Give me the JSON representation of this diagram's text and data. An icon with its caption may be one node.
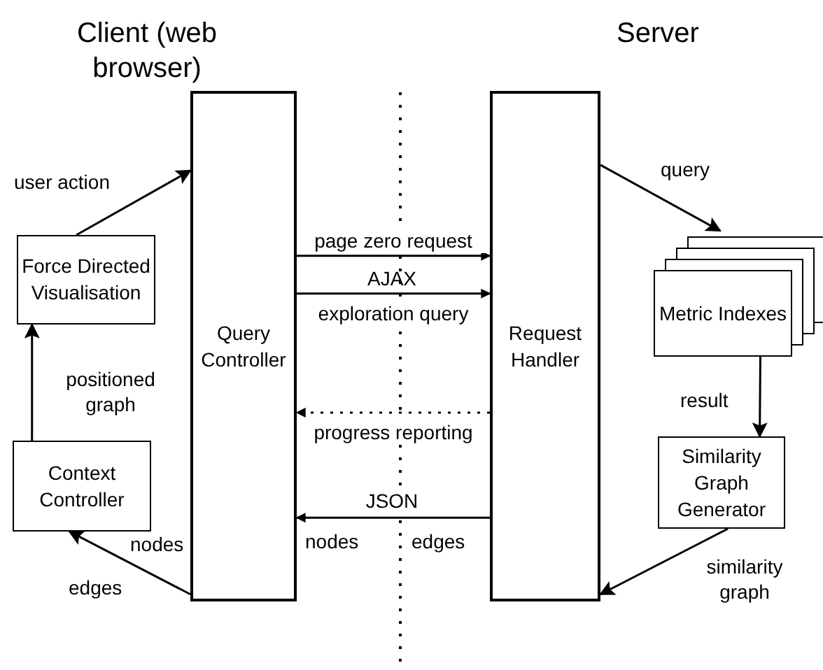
{
  "diagram": {
    "nodes": [
      {
        "text": [
          "Force Directed Visualisation"
        ]
      },
      {
        "text": [
          "Context Controller"
        ]
      },
      {
        "text": [
          "Query Controller"
        ]
      },
      {
        "text": [
          "Request Handler"
        ]
      },
      {
        "text": [
          "Metric Indexes"
        ]
      },
      {
        "text": [
          "Similarity Graph Generator"
        ]
      }
    ],
    "edges": [
      {
        "from": 0,
        "to": 2,
        "arrow": "to",
        "label": "user action"
      },
      {
        "from": 1,
        "to": 0,
        "arrow": "to",
        "label": "positioned graph"
      },
      {
        "from": 2,
        "to": 3,
        "arrow": "to",
        "label": "page zero request"
      },
      {
        "from": 2,
        "to": 3,
        "arrow": "to",
        "label": "exploration query"
      },
      {
        "from": 3,
        "to": 2,
        "arrow": "to",
        "label": "progress reporting",
        "style": "dashed"
      },
      {
        "from": 3,
        "to": 2,
        "arrow": "to",
        "label": "JSON"
      },
      {
        "from": 2,
        "to": 1,
        "arrow": "to"
      },
      {
        "from": 3,
        "to": 4,
        "arrow": "to",
        "label": "query"
      },
      {
        "from": 4,
        "to": 5,
        "arrow": "to",
        "label": "result"
      },
      {
        "from": 5,
        "to": 3,
        "arrow": "to",
        "label": "similarity graph"
      }
    ],
    "labels": [
      "Client (web browser)",
      "Server",
      "AJAX",
      "nodes",
      "edges",
      "nodes",
      "edges"
    ]
  }
}
